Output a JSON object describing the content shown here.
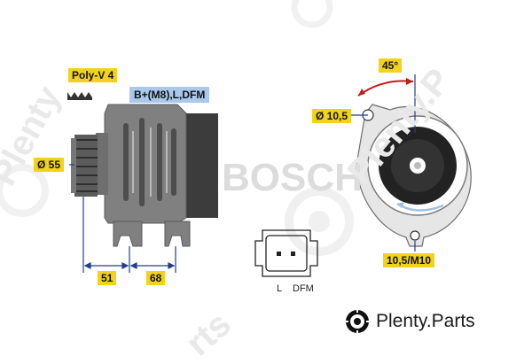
{
  "labels": {
    "poly_v": "Poly-V 4",
    "terminals": "B+(M8),L,DFM",
    "pulley_diameter": "Ø 55",
    "dim_left": "51",
    "dim_right": "68",
    "angle": "45°",
    "hole_diameter": "Ø 10,5",
    "bolt": "10,5/M10",
    "pin_l": "L",
    "pin_dfm": "DFM"
  },
  "watermarks": {
    "bosch": "BOSCH",
    "plenty_left": "Plenty",
    "plenty_right": "Plenty.P",
    "parts_bottom": "rts"
  },
  "brand": {
    "name": "Plenty",
    "suffix": ".Parts"
  },
  "colors": {
    "label_yellow": "#f2d21b",
    "label_blue": "#a9c8ec",
    "dimension_blue": "#1f3f8f",
    "arrow_red": "#c21a1a",
    "housing_gray": "#7a7a7a"
  },
  "icons": [
    "belt-ribs-icon",
    "plenty-gear-logo-icon",
    "connector-plug-icon",
    "rotation-arrow-icon"
  ]
}
